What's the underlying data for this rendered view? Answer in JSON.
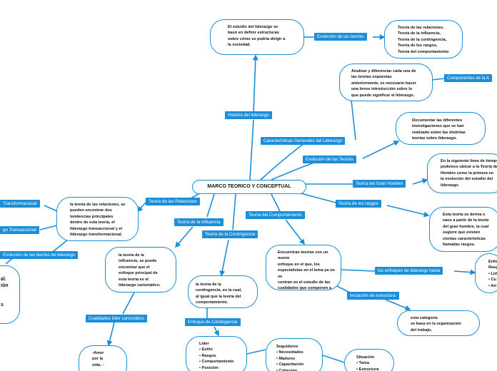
{
  "central": "MARCO TEORICO Y CONCEPTUAL",
  "topics": {
    "historia": "Historia del liderazgo",
    "evolucion_teorias_top": "Evolución de las teorías",
    "componentes": "Componentes de la A",
    "caracteristicas": "Características Generales del Liderazgo",
    "evolucion_teorias": "Evolución de las Teorías",
    "gran_hombre": "Teoría del Gran Hombre",
    "rasgos": "Teoría de los rasgos",
    "comportamiento": "Teoría del Comportamiento",
    "relaciones": "Teoría de las Relaciones",
    "influencia": "Teoría de la Influencia",
    "contingencia": "Teoría de la Contingencia",
    "transformacional": "Transformacional",
    "transaccional": "go Transaccional",
    "evolucion_left": "Evolución de las teorías de liderazgo",
    "carismatico": "Cualidades líder carismático",
    "enfoque_contingencia": "Enfoque de Contingencia",
    "enfoques_rasgos": "los enfoques de liderazgo hasta",
    "iniciacion": "Iniciación de estructura:"
  },
  "nodes": {
    "historia_text": "El estudio del liderazgo se\nbasó en definir estructuras\nsobre cómo se podría dirigir a\nla sociedad.",
    "teorias_list": "Teoría de las relaciones,\nTeoría de la influencia,\nTeoría de la contingencia,\nTeoría de los rasgos,\nTeoría del comportamiento",
    "analizar": "Analizar y diferenciar cada una de\nlas teorías expuestas\nanteriormente, es necesario hacer\nuna breve introducción sobre lo\nque puede significar el liderazgo.",
    "documentar": "Documentar las diferentes\ninvestigaciones que se han\nrealizado sobre las distintas\nteorías sobre liderazgo.",
    "gran_hombre_text": "En la siguiente línea de tiempo\npodemos ubicar a la Teoría de\nHombre como la primera en\nla evolución del estudio del\nliderazgo.",
    "rasgos_text": "Esta teoría se deriva o\nnace a partir de la teoría\ndel gran hombre, la cual\nsugiere que existen\ncientas características\nllamadas rasgos.",
    "comportamiento_text": "Encuentran teorías con un nuevo\nenfoque en el que, los\nespecialistas en el tema ya no se\ncentran en el estudio de las\ncualidades que componen a un\nlíder.",
    "enfo_text": "Enfo\nRasg\n• Lid\n• Cu\n• Atr",
    "estructura_text": "esta categoría\nse basa en la organización\ndel trabajo,",
    "relaciones_text": "la teoría de las relaciones, se\npueden encontrar dos\ntendencias principales\ndentro de esta teoría, el\nliderazgo transaccional y el\nliderazgo transformacional.",
    "influencia_text": "la teoría de la\ninfluencia, se puede\nencontrar que el\nenfoque principal de\nesta teoría es el\nliderazgo carismático.",
    "contingencia_text": "la teoría de la\ncontingencia, en la cual,\nal igual que la teoría del\ncomportamiento.",
    "left_partial": "al.\nión\n\n\ns",
    "amor_text": "-Amor\npor la\nvida.   -",
    "lider_text": "Líder\n• Estilo\n• Rasgos\n• Comportamiento\n• Posición",
    "seguidores_text": "Seguidores\n• Necesidades\n• Madurez\n• Capacitación\n• Cohesión",
    "situacion_text": "Situación\n• Tarea\n• Estructura"
  },
  "colors": {
    "accent": "#1b8ed9",
    "border": "#1a8fd6"
  }
}
